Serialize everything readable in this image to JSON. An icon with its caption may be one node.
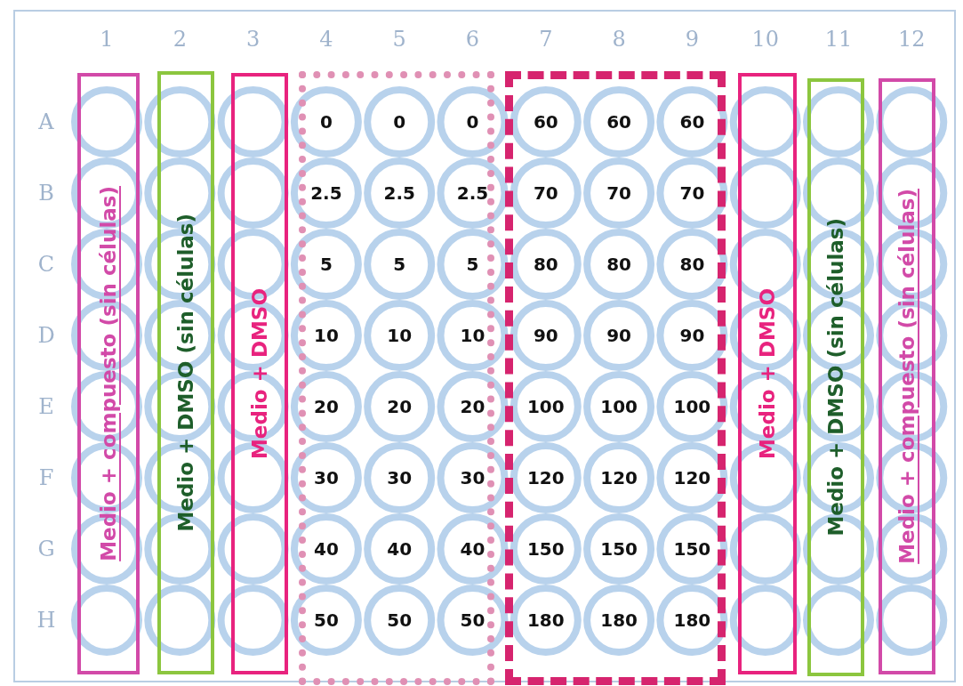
{
  "diagram": {
    "nodes": [
      {
        "text": [
          "Medio + compuesto  (sin células)"
        ]
      },
      {
        "text": [
          "Medio + DMSO  (sin células)"
        ]
      },
      {
        "text": [
          "Medio + DMSO"
        ]
      },
      {
        "text": [],
        "shape": "box"
      },
      {
        "text": [],
        "shape": "box"
      },
      {
        "text": [
          "Medio + DMSO"
        ]
      },
      {
        "text": [
          "Medio + DMSO  (sin células)"
        ]
      },
      {
        "text": [
          "Medio + compuesto  (sin células)"
        ]
      }
    ],
    "edges": [],
    "labels": [
      "1",
      "2",
      "3",
      "4",
      "5",
      "6",
      "7",
      "8",
      "9",
      "10",
      "11",
      "12",
      "A",
      "0",
      "0",
      "0",
      "60",
      "60",
      "60",
      "B",
      "2.5",
      "2.5",
      "2.5",
      "70",
      "70",
      "70",
      "C",
      "5",
      "5",
      "5",
      "80",
      "80",
      "80",
      "D",
      "10",
      "10",
      "10",
      "90",
      "90",
      "90",
      "E",
      "20",
      "20",
      "20",
      "100",
      "100",
      "100",
      "F",
      "30",
      "30",
      "30",
      "120",
      "120",
      "120",
      "G",
      "40",
      "40",
      "40",
      "150",
      "150",
      "150",
      "H",
      "50",
      "50",
      "50",
      "180",
      "180",
      "180"
    ]
  }
}
